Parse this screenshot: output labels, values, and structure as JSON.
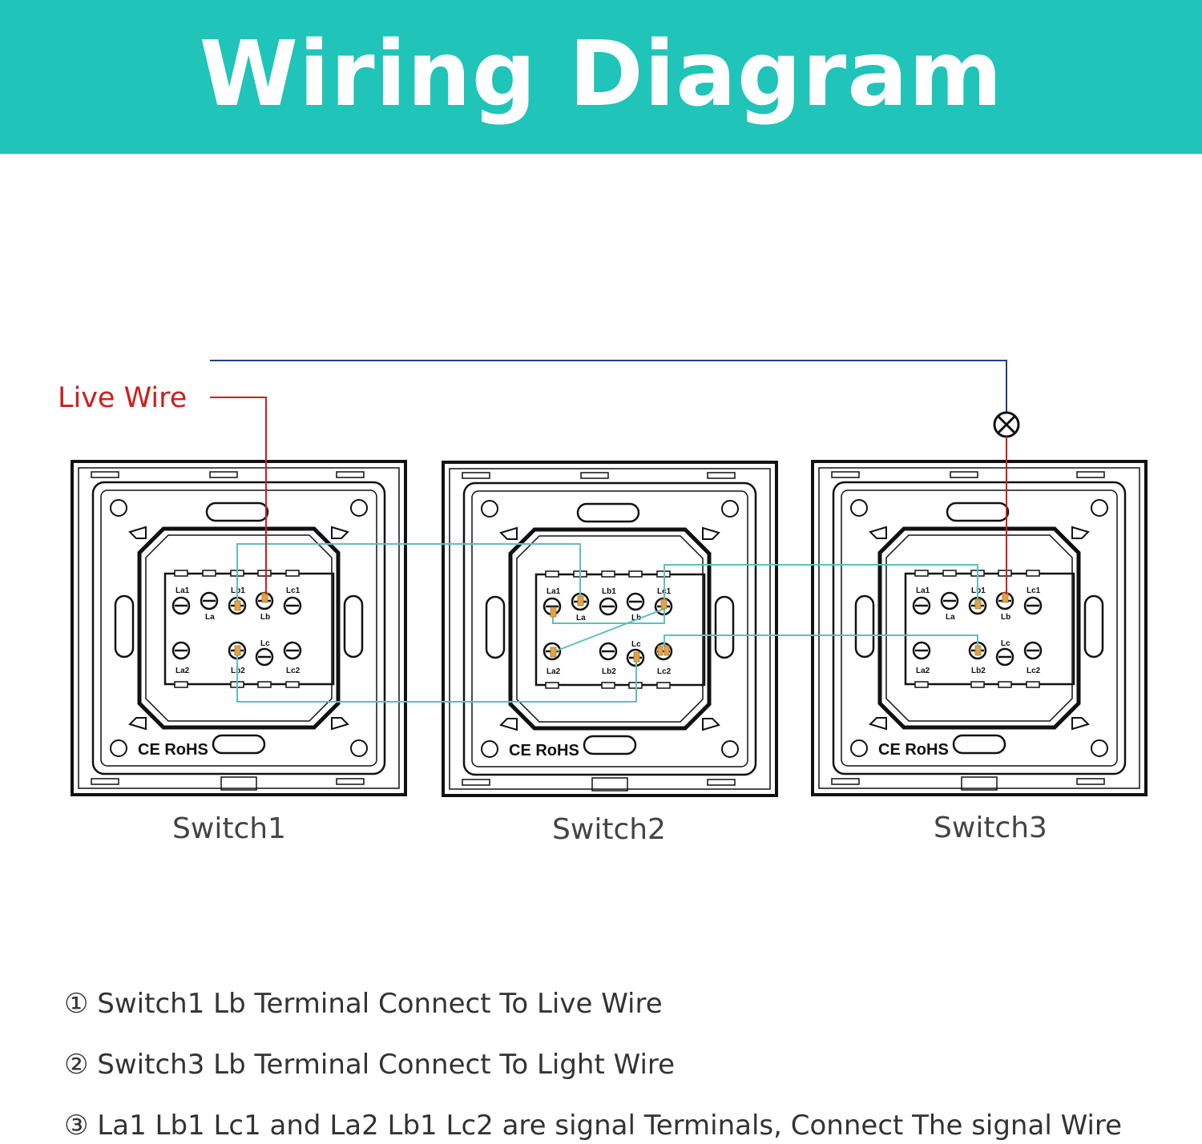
{
  "title": "Wiring Diagram",
  "live_wire_label": "Live Wire",
  "switches": [
    {
      "label": "Switch1"
    },
    {
      "label": "Switch2"
    },
    {
      "label": "Switch3"
    }
  ],
  "terminal_labels": {
    "la1": "La1",
    "la": "La",
    "lb1": "Lb1",
    "lb": "Lb",
    "lc1": "Lc1",
    "la2": "La2",
    "lb2": "Lb2",
    "lc": "Lc",
    "lc2": "Lc2"
  },
  "certification_marks": "CE RoHS",
  "notes": [
    "① Switch1 Lb Terminal Connect To Live Wire",
    "② Switch3 Lb Terminal Connect To Light Wire",
    "③ La1 Lb1 Lc1 and La2 Lb1 Lc2 are signal Terminals, Connect The signal Wire"
  ],
  "colors": {
    "banner": "#20c4b8",
    "live_wire": "#cc1f1f",
    "neutral_wire": "#1f3f8a",
    "signal_wire": "#5fbfbf",
    "terminal_wire": "#e0a24a"
  }
}
